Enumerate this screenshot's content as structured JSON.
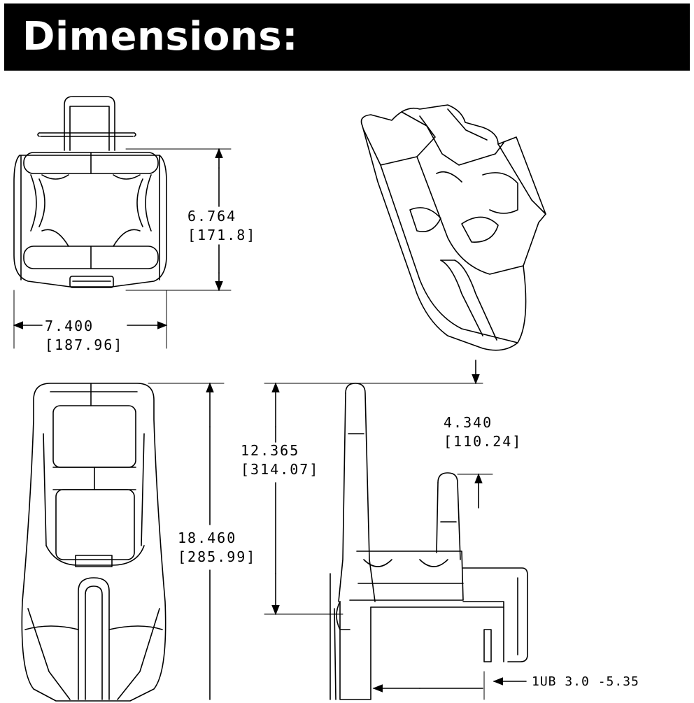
{
  "header": {
    "title": "Dimensions:"
  },
  "dimensions": {
    "top_view_height": {
      "inches": "6.764",
      "mm": "[171.8]"
    },
    "top_view_width": {
      "inches": "7.400",
      "mm": "[187.96]"
    },
    "side_height_upper": {
      "inches": "12.365",
      "mm": "[314.07]"
    },
    "front_height": {
      "inches": "18.460",
      "mm": "[285.99]"
    },
    "side_top_offset": {
      "inches": "4.340",
      "mm": "[110.24]"
    },
    "clamp_note": "1UB  3.0 -5.35"
  },
  "colors": {
    "line": "#000000",
    "background": "#ffffff",
    "header": "#000000"
  }
}
